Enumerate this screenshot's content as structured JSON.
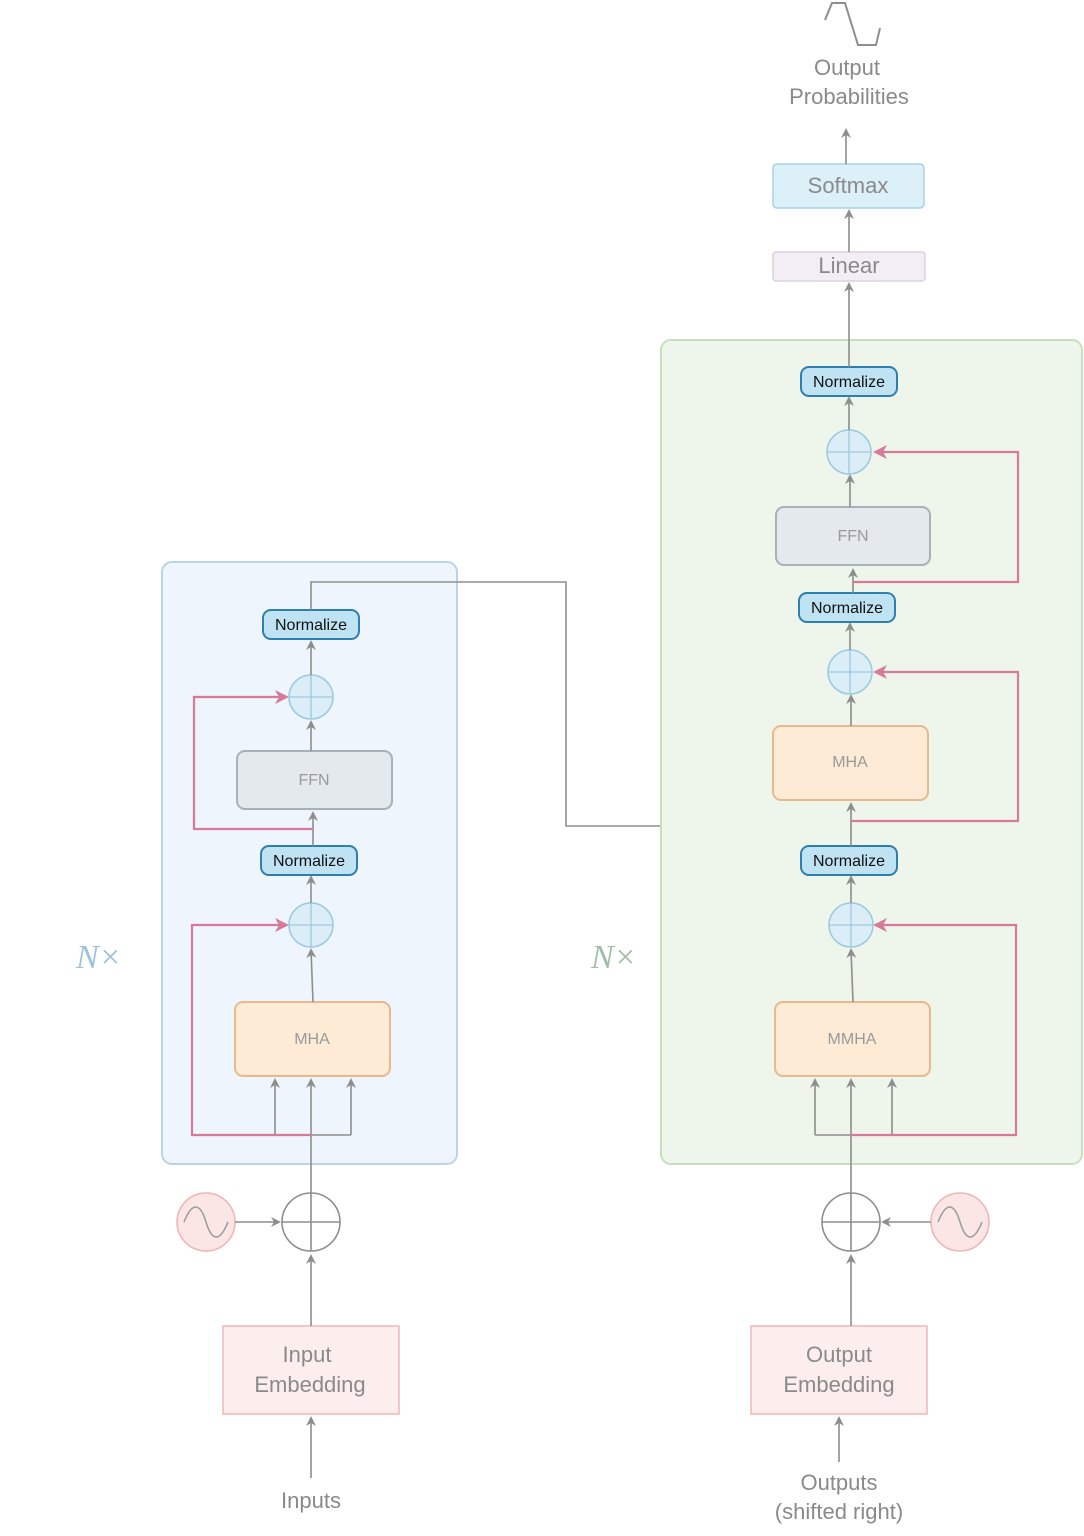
{
  "encoder": {
    "repeat_label": "N×",
    "mha_label": "MHA",
    "ffn_label": "FFN",
    "norm1_label": "Normalize",
    "norm2_label": "Normalize",
    "embedding_label_line1": "Input",
    "embedding_label_line2": "Embedding",
    "input_label": "Inputs"
  },
  "decoder": {
    "repeat_label": "N×",
    "mmha_label": "MMHA",
    "mha_label": "MHA",
    "ffn_label": "FFN",
    "norm1_label": "Normalize",
    "norm2_label": "Normalize",
    "norm3_label": "Normalize",
    "embedding_label_line1": "Output",
    "embedding_label_line2": "Embedding",
    "input_label_line1": "Outputs",
    "input_label_line2": "(shifted right)"
  },
  "head": {
    "linear_label": "Linear",
    "softmax_label": "Softmax",
    "output_label_line1": "Output",
    "output_label_line2": "Probabilities"
  },
  "icons": {
    "positional_encoding": "sine-wave-icon",
    "add": "circle-plus-icon",
    "output_distribution": "probability-curve-icon"
  },
  "colors": {
    "encoder_bg": "#eef5fc",
    "encoder_border": "#bcd3e6",
    "decoder_bg": "#eef6ec",
    "decoder_border": "#c6e0bf",
    "attention_fill": "#fdebd6",
    "attention_border": "#e8b98f",
    "ffn_fill": "#e4e9ed",
    "ffn_border": "#a7b1b8",
    "normalize_fill": "#bfe3f3",
    "normalize_border": "#2f7fae",
    "residual": "#d77a99",
    "embedding_fill": "#fdeeee",
    "embedding_border": "#efb7b7",
    "softmax_fill": "#dcf0f8",
    "linear_fill": "#f3eef6"
  }
}
